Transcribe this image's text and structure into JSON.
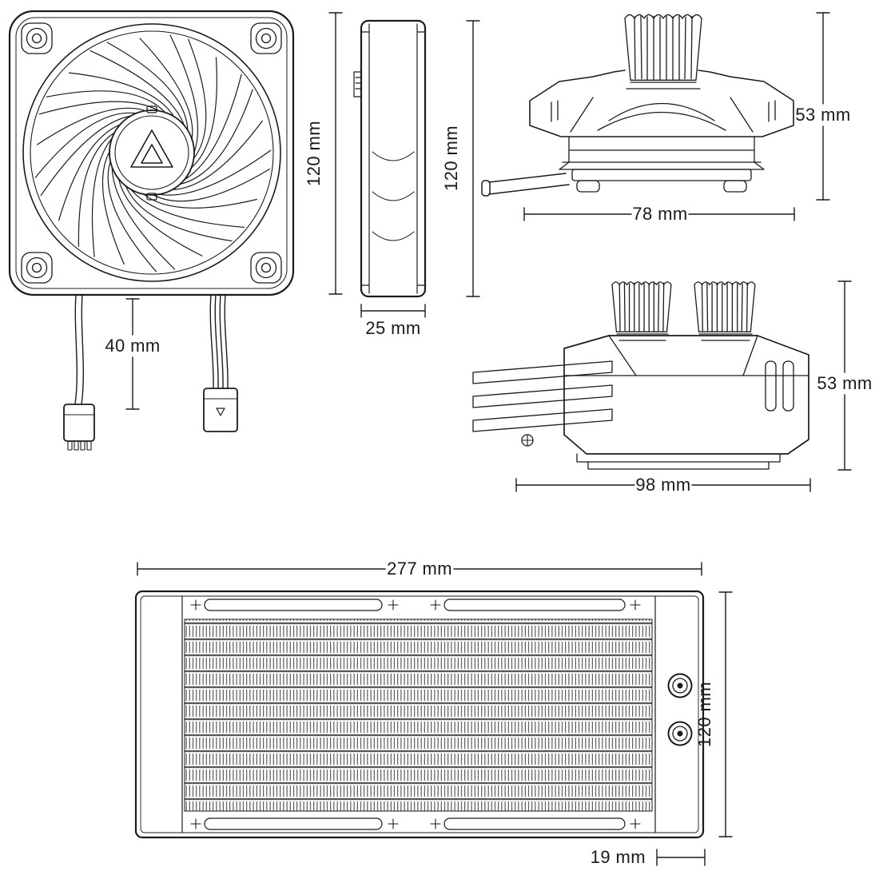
{
  "page": {
    "background": "#ffffff",
    "ink_color": "#1b1b1b",
    "text_color": "#1a1a1a"
  },
  "diagram": {
    "type": "technical-dimension-drawing",
    "views": [
      "fan-front-view",
      "fan-side-view",
      "pump-front-view",
      "pump-side-view",
      "radiator-view"
    ]
  },
  "dims": {
    "fan_front_height": "120 mm",
    "fan_cable_length": "40 mm",
    "fan_side_height": "120 mm",
    "fan_side_depth": "25 mm",
    "pump_front_height": "53 mm",
    "pump_front_width": "78 mm",
    "pump_side_height": "53 mm",
    "pump_side_length": "98 mm",
    "radiator_length": "277 mm",
    "radiator_width": "120 mm",
    "radiator_port_offset": "19 mm"
  }
}
